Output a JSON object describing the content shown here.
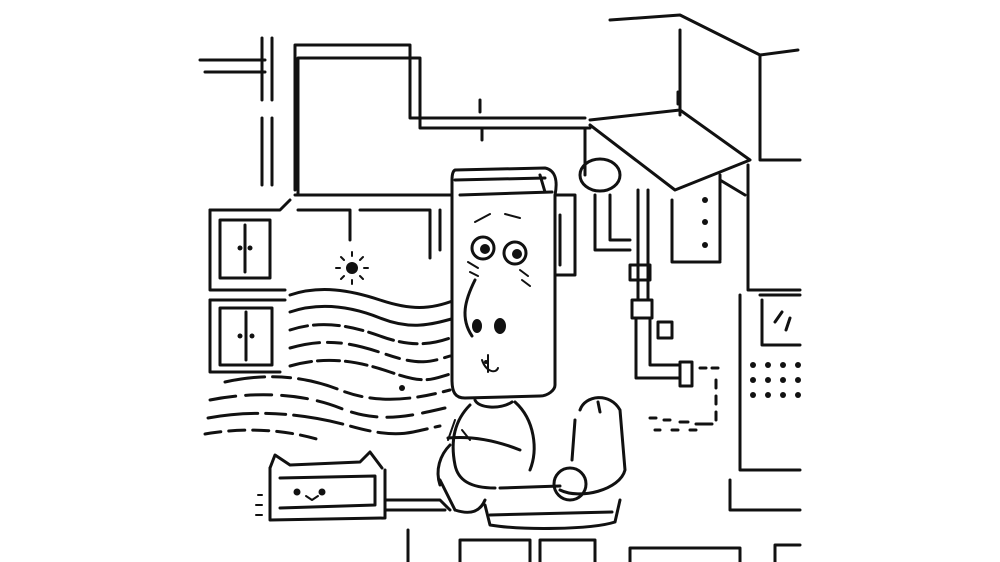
{
  "scene": {
    "background_color": "#ffffff",
    "ink_color": "#111111",
    "description_text": ""
  },
  "icons": {
    "character": "rectangle-headed-person",
    "cat": "cat-block",
    "chair": "round-stool",
    "pipes": "wall-pipes",
    "light": "sun-burst-lamp",
    "cabinets": "wall-cabinets",
    "waves": "flowing-waves"
  }
}
